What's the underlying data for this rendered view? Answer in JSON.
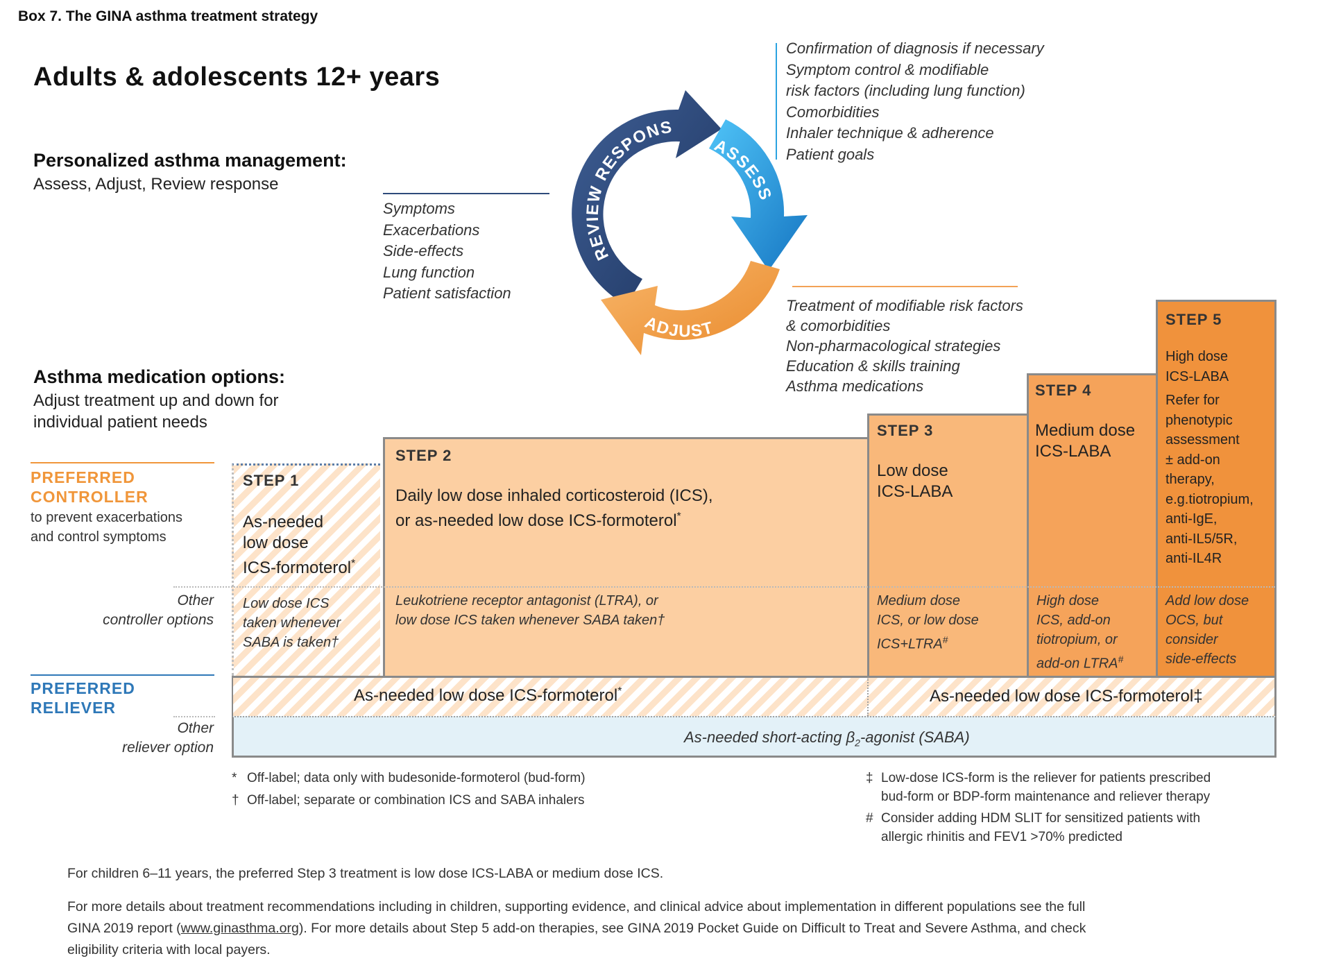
{
  "box_label": "Box 7. The GINA asthma treatment strategy",
  "title": "Adults & adolescents 12+ years",
  "personalized": {
    "heading": "Personalized asthma management:",
    "subtitle": "Assess, Adjust, Review response"
  },
  "cycle": {
    "labels": {
      "review": "REVIEW RESPONSE",
      "assess": "ASSESS",
      "adjust": "ADJUST"
    },
    "colors": {
      "review": "#2e4a7a",
      "assess": "#2aa3e0",
      "adjust": "#f3a256"
    },
    "assess_items": [
      "Confirmation of diagnosis if necessary",
      "Symptom control & modifiable",
      "risk factors (including lung function)",
      "Comorbidities",
      "Inhaler technique  & adherence",
      "Patient goals"
    ],
    "review_items": [
      "Symptoms",
      "Exacerbations",
      "Side-effects",
      "Lung  function",
      "Patient satisfaction"
    ],
    "adjust_items": [
      "Treatment of modifiable risk factors",
      "& comorbidities",
      "Non-pharmacological strategies",
      "Education & skills training",
      "Asthma medications"
    ]
  },
  "medication": {
    "heading": "Asthma medication options:",
    "subtitle_lines": [
      "Adjust treatment up and down for",
      "individual patient needs"
    ]
  },
  "rows": {
    "preferred_controller": {
      "label_lines": [
        "PREFERRED",
        "CONTROLLER"
      ],
      "sub_lines": [
        "to prevent exacerbations",
        "and control symptoms"
      ]
    },
    "other_controller": [
      "Other",
      "controller options"
    ],
    "preferred_reliever": [
      "PREFERRED",
      "RELIEVER"
    ],
    "other_reliever": [
      "Other",
      "reliever option"
    ]
  },
  "steps": {
    "step1": {
      "title": "STEP 1",
      "preferred_lines": [
        "As-needed",
        "low dose",
        "ICS-formoterol"
      ],
      "preferred_mark": "*",
      "other_lines": [
        "Low dose ICS",
        "taken whenever",
        "SABA is taken"
      ],
      "other_mark": "†"
    },
    "step2": {
      "title": "STEP 2",
      "preferred_lines": [
        "Daily low dose inhaled corticosteroid (ICS),",
        "or as-needed low dose ICS-formoterol"
      ],
      "preferred_mark": "*",
      "other_lines": [
        "Leukotriene receptor antagonist (LTRA), or",
        "low dose ICS taken whenever SABA taken"
      ],
      "other_mark": "†"
    },
    "step3": {
      "title": "STEP 3",
      "preferred_lines": [
        "Low dose",
        "ICS-LABA"
      ],
      "other_lines": [
        "Medium dose",
        "ICS, or low dose",
        "ICS+LTRA"
      ],
      "other_mark": "#"
    },
    "step4": {
      "title": "STEP 4",
      "preferred_lines": [
        "Medium dose",
        "ICS-LABA"
      ],
      "other_lines": [
        "High dose",
        "ICS, add-on",
        "tiotropium, or",
        "add-on LTRA"
      ],
      "other_mark": "#"
    },
    "step5": {
      "title": "STEP 5",
      "preferred_lines": [
        "High dose",
        "ICS-LABA",
        "Refer for",
        "phenotypic",
        "assessment",
        "± add-on",
        "therapy,",
        "e.g.tiotropium,",
        "anti-IgE,",
        "anti-IL5/5R,",
        "anti-IL4R"
      ],
      "other_lines": [
        "Add low dose",
        "OCS, but",
        "consider",
        "side-effects"
      ]
    }
  },
  "reliever": {
    "left_text": "As-needed low dose ICS-formoterol",
    "left_mark": "*",
    "right_text": "As-needed low dose ICS-formoterol",
    "right_mark": "‡",
    "saba_pre": "As-needed short-acting β",
    "saba_sub": "2",
    "saba_post": "-agonist (SABA)"
  },
  "notes": {
    "left": [
      {
        "mark": "*",
        "text": "Off-label; data only with budesonide-formoterol (bud-form)"
      },
      {
        "mark": "†",
        "text": "Off-label; separate  or combination  ICS and SABA inhalers"
      }
    ],
    "right": [
      {
        "mark": "‡",
        "lines": [
          "Low-dose ICS-form is the reliever for patients prescribed",
          "bud-form or BDP-form maintenance  and reliever therapy"
        ]
      },
      {
        "mark": "#",
        "lines": [
          "Consider adding HDM SLIT for sensitized  patients with",
          "allergic rhinitis and FEV1 >70% predicted"
        ]
      }
    ]
  },
  "footer": {
    "line1": "For children 6–11 years, the preferred Step 3 treatment is low dose ICS-LABA or medium dose ICS.",
    "line2a": "For more details about treatment recommendations including in children, supporting evidence, and clinical advice about implementation in different populations see the full",
    "line2b_pre": "GINA 2019 report (",
    "line2b_link": "www.ginasthma.org",
    "line2b_post": "). For more details about Step 5 add-on therapies, see GINA 2019 Pocket Guide on Difficult to Treat and Severe Asthma, and check",
    "line2c": "eligibility criteria with local payers."
  },
  "colors": {
    "orange_label": "#f0963a",
    "blue_label": "#2e78b8",
    "step_border": "#8a8a8a"
  }
}
